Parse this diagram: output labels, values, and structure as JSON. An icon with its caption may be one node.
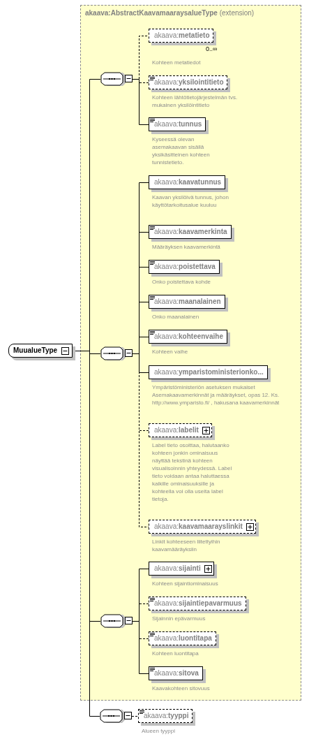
{
  "diagram": {
    "nodes": [
      {
        "text": [
          "MuualueType"
        ]
      },
      {
        "text": [
          "akaava:AbstractKaavamaaraysalueType",
          "(extension)"
        ]
      },
      {
        "text": [],
        "shape": "octagon",
        "in": 1
      },
      {
        "text": [
          "akaava:**metatieto**"
        ],
        "beside": [
          "0..∞",
          "Kohteen metatiedot"
        ],
        "in": 1
      },
      {
        "text": [
          "akaava:**yksilointitieto**"
        ],
        "beside": [
          "Kohteen lähtötietojärjestelmän tvs. mukainen yksilöintitieto"
        ],
        "in": 1
      },
      {
        "text": [
          "akaava:**tunnus**"
        ],
        "beside": [
          "Kyseessä olevan asemakaavan sisällä yksikäsitteinen kohteen tunnistetieto."
        ],
        "in": 1
      },
      {
        "text": [],
        "shape": "octagon",
        "in": 1
      },
      {
        "text": [
          "akaava:**kaavatunnus**"
        ],
        "beside": [
          "Kaavan yksilöivä tunnus, johon käyttötarkoitusalue kuuluu"
        ],
        "in": 1
      },
      {
        "text": [
          "akaava:**kaavamerkinta**"
        ],
        "beside": [
          "Määräyksen kaavamerkintä"
        ],
        "in": 1
      },
      {
        "text": [
          "akaava:**poistettava**"
        ],
        "beside": [
          "Onko poistettava kohde"
        ],
        "in": 1
      },
      {
        "text": [
          "akaava:**maanalainen**"
        ],
        "beside": [
          "Onko maanalainen"
        ],
        "in": 1
      },
      {
        "text": [
          "akaava:**kohteenvaihe**"
        ],
        "beside": [
          "Kohteen vaihe"
        ],
        "in": 1
      },
      {
        "text": [
          "akaava:**ymparistoministerionko...**"
        ],
        "beside": [
          "Ympäristöministeriön asetuksen mukaiset Asemakaavamerkinnät ja määräykset, opas 12. Ks. http://www.ymparisto.fi/ , hakusana kaavamerkinnät"
        ],
        "in": 1
      },
      {
        "text": [
          "akaava:**labelit**"
        ],
        "beside": [
          "Label tieto osoittaa, halutaanko kohteen jonkin ominaisuus näyttää tekstinä kohteen visualisoinnin yhteydessä. Label tieto voidaan antaa haluttaessa kaikille ominaisuuksille ja kohteella voi olla useita label tietoja."
        ],
        "in": 1
      },
      {
        "text": [
          "akaava:**kaavamaarayslinkit**"
        ],
        "beside": [
          "Linkit kohteeseen liitettyihin kaavamääräyksiin"
        ],
        "in": 1
      },
      {
        "text": [],
        "shape": "octagon",
        "in": 1
      },
      {
        "text": [
          "akaava:**sijainti**"
        ],
        "beside": [
          "Kohteen sijaintiominaisuus"
        ],
        "in": 1
      },
      {
        "text": [
          "akaava:**sijaintiepavarmuus**"
        ],
        "beside": [
          "Sijainnin epävarmuus"
        ],
        "in": 1
      },
      {
        "text": [
          "akaava:**luontitapa**"
        ],
        "beside": [
          "Kohteen luontitapa"
        ],
        "in": 1
      },
      {
        "text": [
          "akaava:**sitova**"
        ],
        "beside": [
          "Kaavakohteen sitovuus"
        ],
        "in": 1
      },
      {
        "text": [],
        "shape": "octagon"
      },
      {
        "text": [
          "akaava:**tyyppi**"
        ],
        "beside": [
          "Alueen tyyppi"
        ]
      }
    ],
    "edges": [
      {
        "from": 0,
        "to": 2,
        "arrow": "none"
      },
      {
        "from": 0,
        "to": 6,
        "arrow": "none"
      },
      {
        "from": 0,
        "to": 15,
        "arrow": "none"
      },
      {
        "from": 0,
        "to": 20,
        "arrow": "none"
      },
      {
        "from": 2,
        "to": 3,
        "arrow": "none",
        "style": "dashed"
      },
      {
        "from": 2,
        "to": 4,
        "arrow": "none",
        "style": "dashed"
      },
      {
        "from": 2,
        "to": 5,
        "arrow": "none"
      },
      {
        "from": 6,
        "to": 7,
        "arrow": "none"
      },
      {
        "from": 6,
        "to": 8,
        "arrow": "none"
      },
      {
        "from": 6,
        "to": 9,
        "arrow": "none"
      },
      {
        "from": 6,
        "to": 10,
        "arrow": "none"
      },
      {
        "from": 6,
        "to": 11,
        "arrow": "none"
      },
      {
        "from": 6,
        "to": 12,
        "arrow": "none"
      },
      {
        "from": 6,
        "to": 13,
        "arrow": "none",
        "style": "dashed"
      },
      {
        "from": 6,
        "to": 14,
        "arrow": "none",
        "style": "dashed"
      },
      {
        "from": 15,
        "to": 16,
        "arrow": "none"
      },
      {
        "from": 15,
        "to": 17,
        "arrow": "none",
        "style": "dashed"
      },
      {
        "from": 15,
        "to": 18,
        "arrow": "none",
        "style": "dashed"
      },
      {
        "from": 15,
        "to": 19,
        "arrow": "none"
      },
      {
        "from": 20,
        "to": 21,
        "arrow": "none",
        "style": "dashed"
      }
    ]
  }
}
